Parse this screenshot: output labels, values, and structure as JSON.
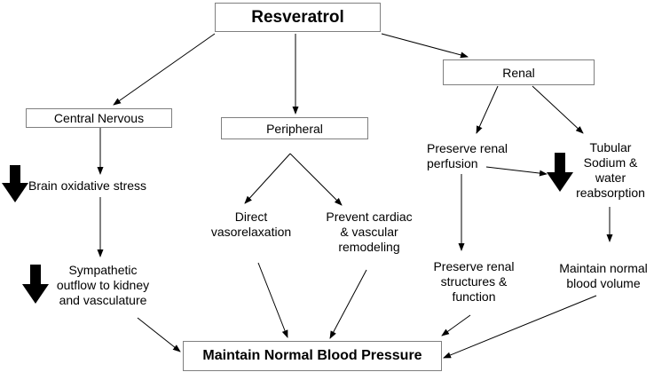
{
  "title": "Resveratrol",
  "branches": {
    "central": {
      "box": "Central Nervous",
      "step1": "Brain oxidative stress",
      "step2": [
        "Sympathetic",
        "outflow to kidney",
        "and vasculature"
      ]
    },
    "peripheral": {
      "box": "Peripheral",
      "left": [
        "Direct",
        "vasorelaxation"
      ],
      "right": [
        "Prevent cardiac",
        "& vascular",
        "remodeling"
      ]
    },
    "renal": {
      "box": "Renal",
      "perfusion": [
        "Preserve renal",
        "perfusion"
      ],
      "tubular": [
        "Tubular",
        "Sodium &",
        "water",
        "reabsorption"
      ],
      "structures": [
        "Preserve renal",
        "structures &",
        "function"
      ],
      "volume": [
        "Maintain normal",
        "blood volume"
      ]
    }
  },
  "outcome": "Maintain Normal Blood Pressure",
  "colors": {
    "line": "#000000",
    "border": "#7f7f7f",
    "arrow": "#000000"
  },
  "icons": {
    "decrease": "down-arrow-icon"
  }
}
